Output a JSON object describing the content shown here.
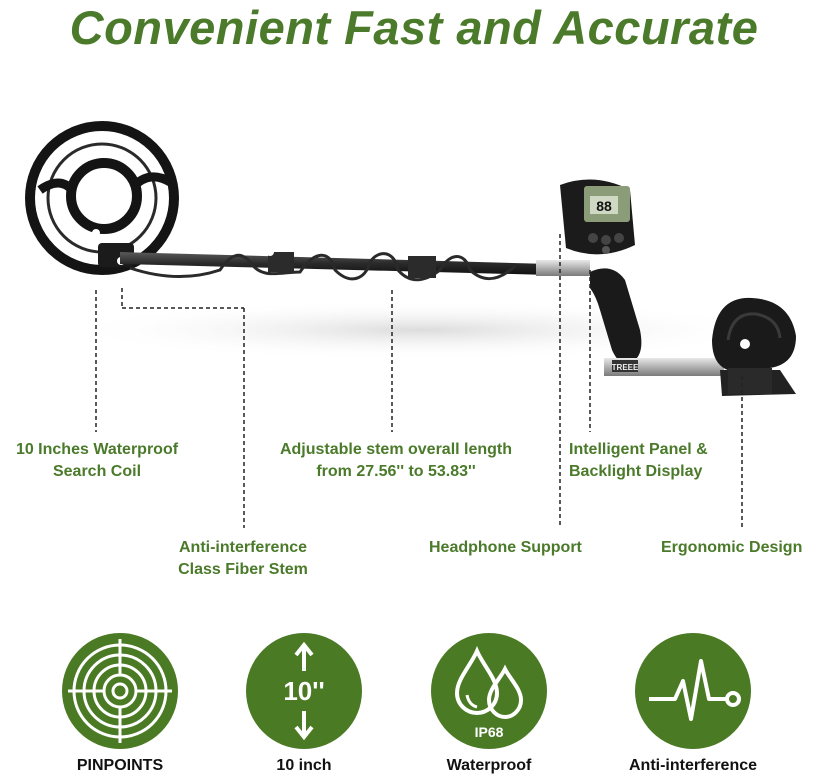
{
  "title": "Convenient Fast and Accurate",
  "colors": {
    "brand_green": "#4a7a2a",
    "icon_green": "#4b7a25",
    "device_black": "#1b1b1b"
  },
  "device_display": {
    "digits": "88"
  },
  "device_handle_badge": "TREEE",
  "callouts": {
    "search_coil": [
      "10 Inches Waterproof",
      "Search Coil"
    ],
    "stem_length": [
      "Adjustable stem overall length",
      "from 27.56'' to 53.83''"
    ],
    "panel": [
      "Intelligent Panel &",
      "Backlight Display"
    ],
    "fiber_stem": [
      "Anti-interference",
      "Class Fiber Stem"
    ],
    "headphone": "Headphone Support",
    "ergonomic": "Ergonomic Design"
  },
  "features": [
    {
      "icon": "target-crosshair-icon",
      "label": "PINPOINTS"
    },
    {
      "icon": "vertical-arrow-size-icon",
      "size_text": "10''",
      "label": "10 inch"
    },
    {
      "icon": "water-drops-icon",
      "rating": "IP68",
      "label": "Waterproof"
    },
    {
      "icon": "pulse-waveform-icon",
      "label": "Anti-interference"
    }
  ]
}
